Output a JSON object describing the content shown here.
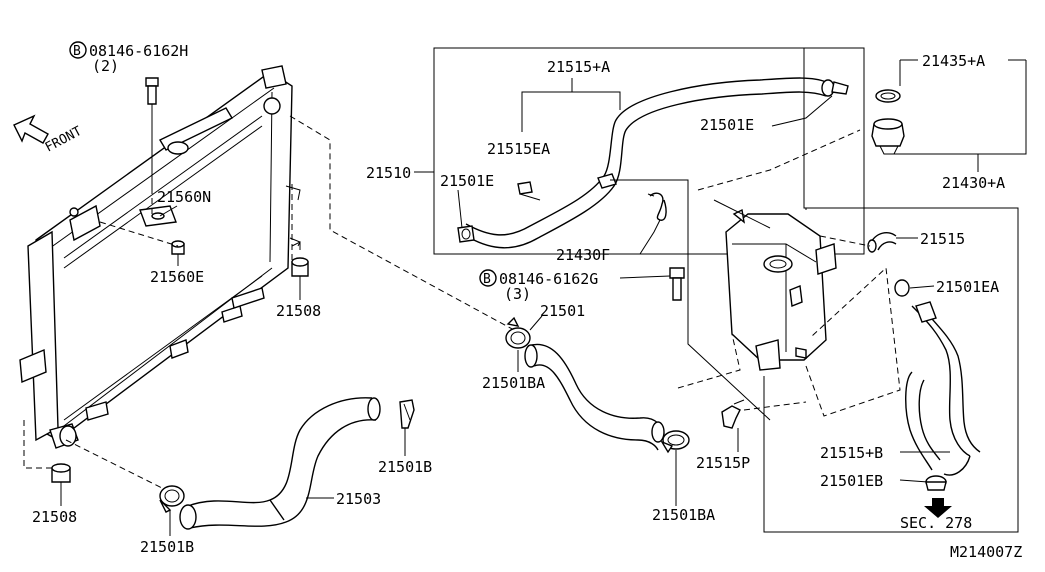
{
  "diagram_id": "M214007Z",
  "direction_label": "FRONT",
  "reference": {
    "sec": "SEC. 278"
  },
  "bolt_symbol": "B",
  "callouts": {
    "bolt_top": {
      "part": "08146-6162H",
      "qty": "(2)"
    },
    "bolt_mid": {
      "part": "08146-6162G",
      "qty": "(3)"
    },
    "p21560N": "21560N",
    "p21560E": "21560E",
    "p21508_right": "21508",
    "p21508_left": "21508",
    "p21501B_clip": "21501B",
    "p21501B_clamp": "21501B",
    "p21503": "21503",
    "p21510": "21510",
    "p21515A": "21515+A",
    "p21515EA": "21515EA",
    "p21501E_left": "21501E",
    "p21501E_right": "21501E",
    "p21430F": "21430F",
    "p21501": "21501",
    "p21501BA_top": "21501BA",
    "p21501BA_bottom": "21501BA",
    "p21515P": "21515P",
    "p21435A": "21435+A",
    "p21430A": "21430+A",
    "p21515": "21515",
    "p21501EA": "21501EA",
    "p21515B": "21515+B",
    "p21501EB": "21501EB"
  }
}
